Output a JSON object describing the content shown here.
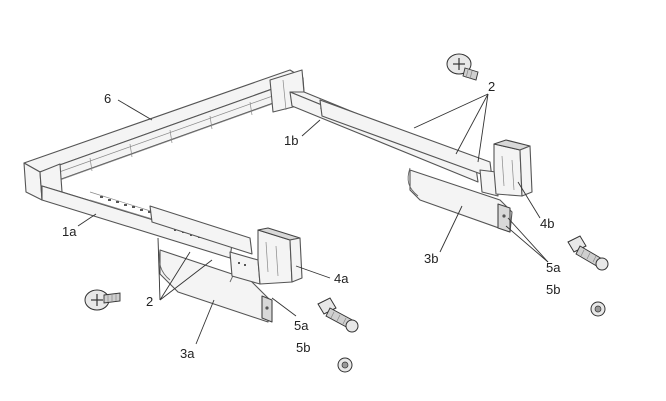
{
  "callouts": {
    "frame": "6",
    "rail_left": "1a",
    "rail_right": "1b",
    "screw_left": "2",
    "screw_right": "2",
    "bracket_left": "3a",
    "bracket_right": "3b",
    "mount_left": "4a",
    "mount_right": "4b",
    "screw_5a_left": "5a",
    "screw_5b_left": "5b",
    "screw_5a_right": "5a",
    "screw_5b_right": "5b"
  }
}
